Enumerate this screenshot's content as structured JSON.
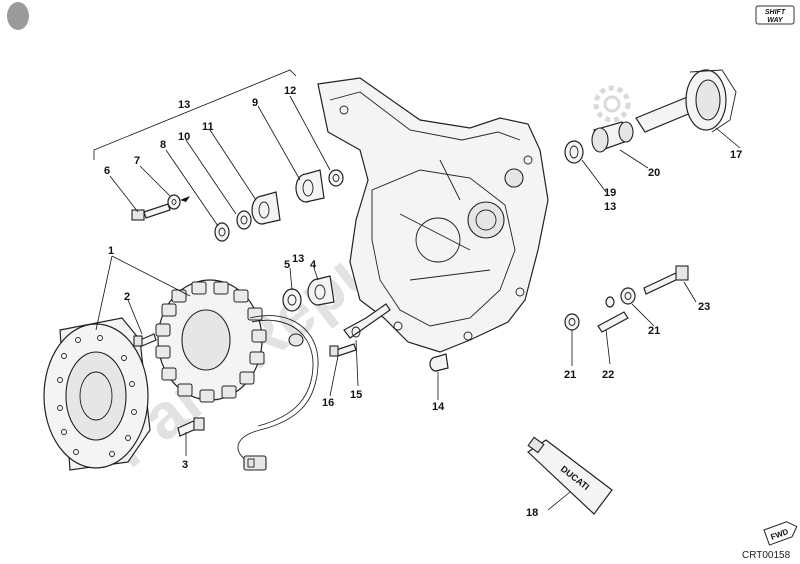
{
  "diagram": {
    "drawing_code": "CRT00158",
    "brand_logo_text": [
      "SHIFT",
      "WAY"
    ],
    "watermark_text": "PartsRepublik",
    "tube_brand_text": "DUCATI",
    "fwd_badge_text": "FWD",
    "callouts": [
      {
        "id": "c1",
        "text": "1"
      },
      {
        "id": "c2",
        "text": "2"
      },
      {
        "id": "c3",
        "text": "3"
      },
      {
        "id": "c4",
        "text": "4"
      },
      {
        "id": "c5",
        "text": "5"
      },
      {
        "id": "c6",
        "text": "6"
      },
      {
        "id": "c7",
        "text": "7"
      },
      {
        "id": "c8",
        "text": "8"
      },
      {
        "id": "c9",
        "text": "9"
      },
      {
        "id": "c10",
        "text": "10"
      },
      {
        "id": "c11",
        "text": "11"
      },
      {
        "id": "c12",
        "text": "12"
      },
      {
        "id": "c13",
        "text": "13"
      },
      {
        "id": "c14",
        "text": "14"
      },
      {
        "id": "c15",
        "text": "15"
      },
      {
        "id": "c16",
        "text": "16"
      },
      {
        "id": "c17",
        "text": "17"
      },
      {
        "id": "c18",
        "text": "18"
      },
      {
        "id": "c19",
        "text": "19"
      },
      {
        "id": "c13b",
        "text": "13"
      },
      {
        "id": "c20",
        "text": "20"
      },
      {
        "id": "c21a",
        "text": "21"
      },
      {
        "id": "c21b",
        "text": "21"
      },
      {
        "id": "c22",
        "text": "22"
      },
      {
        "id": "c23",
        "text": "23"
      },
      {
        "id": "c13c",
        "text": "13"
      }
    ]
  }
}
